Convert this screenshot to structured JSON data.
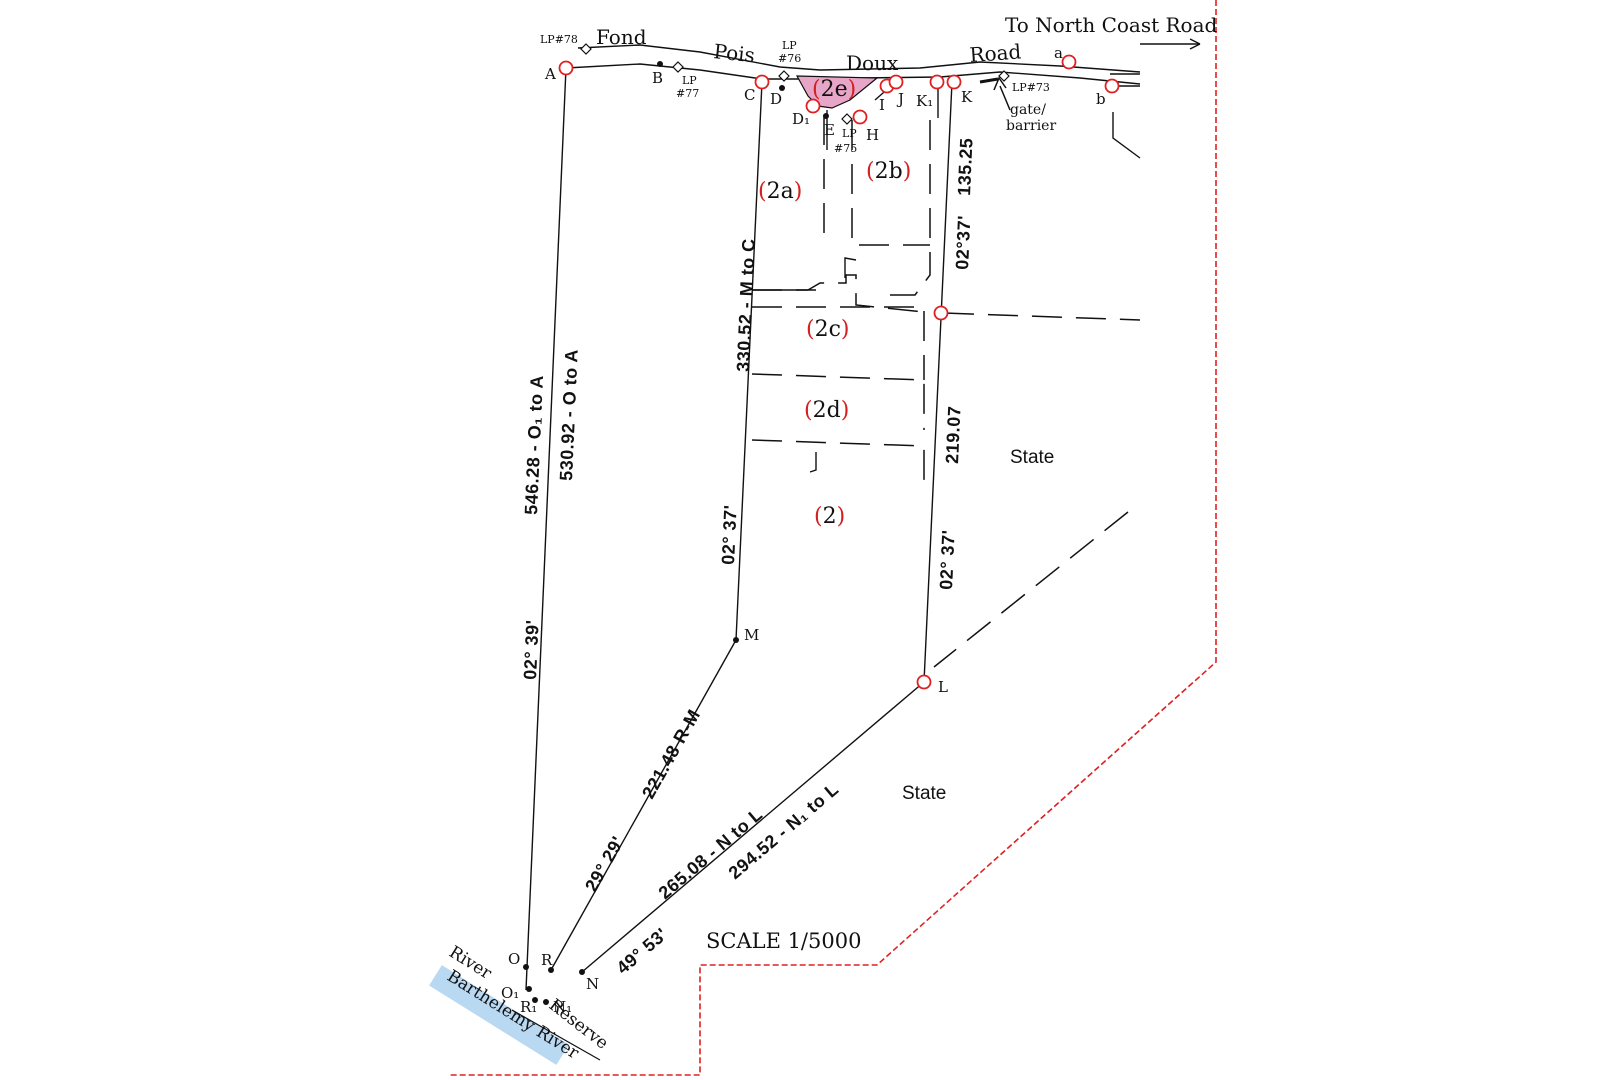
{
  "roads": {
    "road_words": [
      "Fond",
      "Pois",
      "Doux",
      "Road"
    ],
    "to_north": "To North Coast Road"
  },
  "lamp_posts": {
    "lp78": "LP#78",
    "lp77_a": "LP",
    "lp77_b": "#77",
    "lp76_a": "LP",
    "lp76_b": "#76",
    "lp75_a": "LP",
    "lp75_b": "#75",
    "lp73": "LP#73"
  },
  "gate": {
    "line1": "gate/",
    "line2": "barrier"
  },
  "points": {
    "A": "A",
    "B": "B",
    "C": "C",
    "D": "D",
    "D1": "D₁",
    "E": "E",
    "H": "H",
    "I": "I",
    "J": "J",
    "K1": "K₁",
    "K": "K",
    "a": "a",
    "b": "b",
    "M": "M",
    "L": "L",
    "O": "O",
    "O1": "O₁",
    "R": "R",
    "R1": "R₁",
    "N": "N",
    "N1": "N₁"
  },
  "lots": {
    "2e": "2e",
    "2a": "2a",
    "2b": "2b",
    "2c": "2c",
    "2d": "2d",
    "2": "2"
  },
  "dimensions": {
    "o1_to_a": "546.28 - O₁ to A",
    "o_to_a": "530.92 - O to A",
    "bearing_left": "02°    39'",
    "m_to_c": "330.52 - M to C",
    "bearing_mid": "02°    37'",
    "len_135": "135.25",
    "bearing_right_top": "02°37'",
    "len_219": "219.07",
    "bearing_right_bottom": "02°    37'",
    "r_m": "221.48 R-M",
    "bearing_rm": "29° 29'",
    "n_to_l": "265.08 - N to L",
    "n1_to_l": "294.52 - N₁ to L",
    "bearing_nl": "49°    53'"
  },
  "areas": {
    "state1": "State",
    "state2": "State"
  },
  "scale": "SCALE 1/5000",
  "river": {
    "word1": "River",
    "word2": "Barthelemy River",
    "reserve": "Reserve",
    "highlight_color": "#b9d8f2"
  },
  "colors": {
    "accent_red": "#e02020",
    "lot_2e_fill": "#e7a6c8"
  }
}
